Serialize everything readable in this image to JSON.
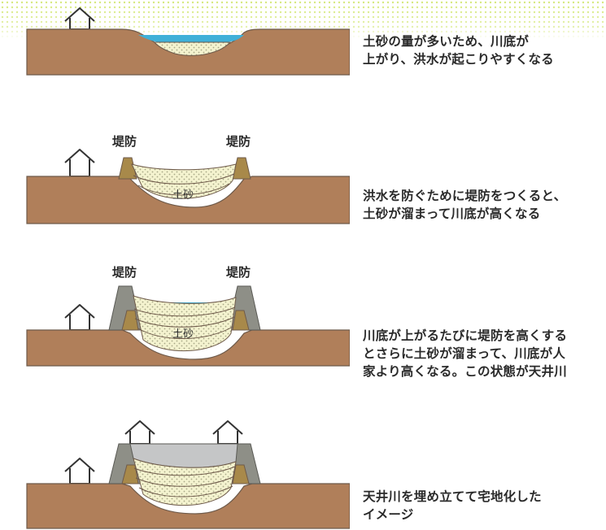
{
  "panels": [
    {
      "caption_lines": [
        "土砂の量が多いため、川底が",
        "上がり、洪水が起こりやすくなる"
      ]
    },
    {
      "levee_labels": [
        "堤防",
        "堤防"
      ],
      "sediment_label": "土砂",
      "caption_lines": [
        "洪水を防ぐために堤防をつくると、",
        "土砂が溜まって川底が高くなる"
      ]
    },
    {
      "levee_labels": [
        "堤防",
        "堤防"
      ],
      "sediment_label": "土砂",
      "caption_lines": [
        "川底が上がるたびに堤防を高くする",
        "とさらに土砂が溜まって、川底が人",
        "家より高くなる。この状態が天井川"
      ]
    },
    {
      "caption_lines": [
        "天井川を埋め立てて宅地化した",
        "イメージ"
      ]
    }
  ],
  "colors": {
    "ground": "#b07f5a",
    "ground_stroke": "#6e5a4a",
    "water": "#3fb0d8",
    "sand_fill": "#f4f3cf",
    "sand_dots": "#a8a888",
    "levee_gray": "#8e8f87",
    "levee_gold": "#a8894a",
    "landfill": "#c5c6c7",
    "dot_band": "#d5e87a"
  }
}
